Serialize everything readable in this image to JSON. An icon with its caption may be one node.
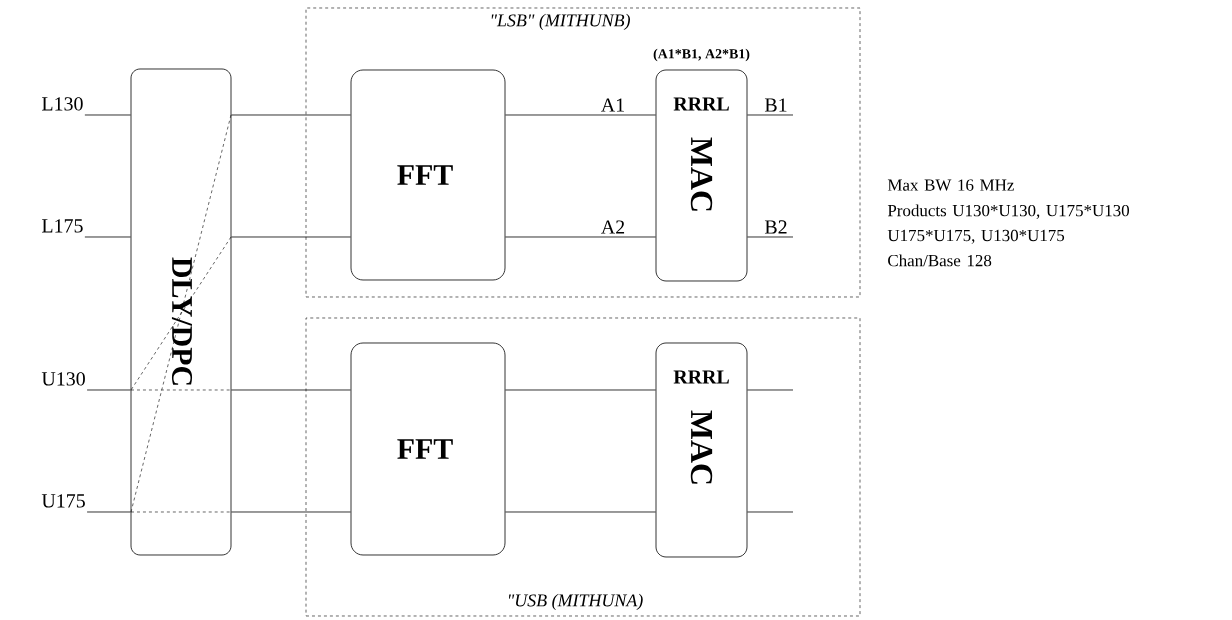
{
  "diagram": {
    "nodes": [
      {
        "text": [
          "L130"
        ]
      },
      {
        "text": [
          "L175"
        ]
      },
      {
        "text": [
          "U130"
        ]
      },
      {
        "text": [
          "U175"
        ]
      },
      {
        "text": [
          "DLY/DPC"
        ]
      },
      {
        "text": [
          "\"LSB\" (MITHUNB)"
        ]
      },
      {
        "text": [
          "FFT"
        ],
        "in": 5
      },
      {
        "text": [
          "RRRL",
          "MAC"
        ],
        "beside": [
          "(A1*B1,   A2*B1)"
        ],
        "in": 5
      },
      {
        "text": [
          "\"USB (MITHUNA)"
        ]
      },
      {
        "text": [
          "FFT"
        ],
        "in": 8
      },
      {
        "text": [
          "RRRL",
          "MAC"
        ],
        "in": 8
      }
    ],
    "edges": [
      {
        "from": 0,
        "to": 4,
        "arrow": "none"
      },
      {
        "from": 1,
        "to": 4,
        "arrow": "none"
      },
      {
        "from": 2,
        "to": 4,
        "arrow": "none"
      },
      {
        "from": 3,
        "to": 4,
        "arrow": "none"
      },
      {
        "from": 4,
        "to": 6,
        "arrow": "none"
      },
      {
        "from": 4,
        "to": 6,
        "arrow": "none"
      },
      {
        "from": 4,
        "to": 9,
        "arrow": "none"
      },
      {
        "from": 4,
        "to": 9,
        "arrow": "none"
      },
      {
        "from": 6,
        "to": 7,
        "arrow": "none",
        "label": "A1"
      },
      {
        "from": 6,
        "to": 7,
        "arrow": "none",
        "label": "A2"
      },
      {
        "from": 9,
        "to": 10,
        "arrow": "none"
      },
      {
        "from": 9,
        "to": 10,
        "arrow": "none"
      },
      {
        "from": 7,
        "to": null,
        "arrow": "none",
        "label": "B1"
      },
      {
        "from": 7,
        "to": null,
        "arrow": "none",
        "label": "B2"
      },
      {
        "from": 10,
        "to": null,
        "arrow": "none"
      },
      {
        "from": 10,
        "to": null,
        "arrow": "none"
      }
    ],
    "labels": [
      "Max BW 16 MHz",
      "Products U130*U130, U175*U130 U175*U175, U130*U175",
      "Chan/Base 128"
    ]
  }
}
